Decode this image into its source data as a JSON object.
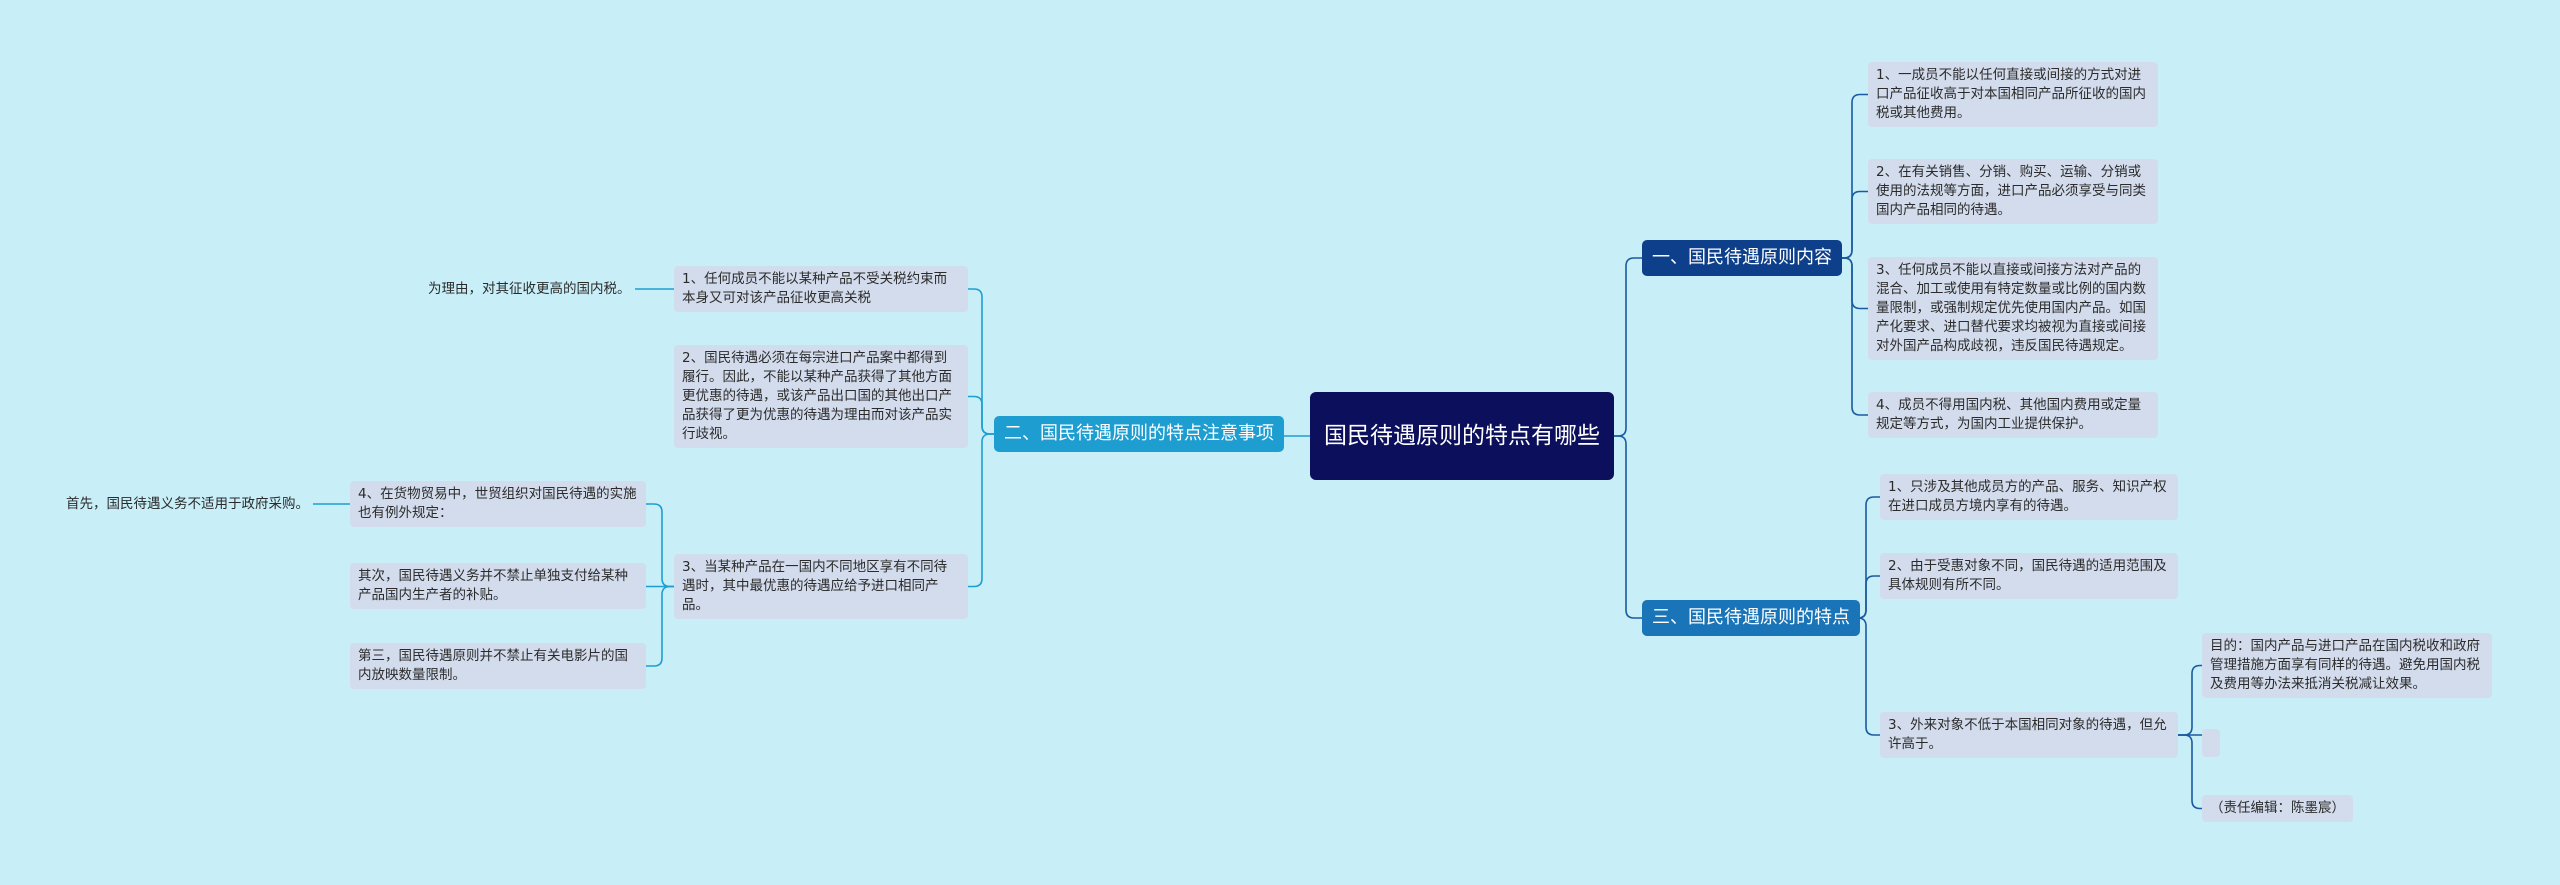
{
  "root": {
    "title": "国民待遇原则的特点有哪些"
  },
  "branch1": {
    "label": "一、国民待遇原则内容",
    "items": [
      "1、一成员不能以任何直接或间接的方式对进口产品征收高于对本国相同产品所征收的国内税或其他费用。",
      "2、在有关销售、分销、购买、运输、分销或使用的法规等方面，进口产品必须享受与同类国内产品相同的待遇。",
      "3、任何成员不能以直接或间接方法对产品的混合、加工或使用有特定数量或比例的国内数量限制，或强制规定优先使用国内产品。如国产化要求、进口替代要求均被视为直接或间接对外国产品构成歧视，违反国民待遇规定。",
      "4、成员不得用国内税、其他国内费用或定量规定等方式，为国内工业提供保护。"
    ]
  },
  "branch2": {
    "label": "二、国民待遇原则的特点注意事项",
    "items": [
      "1、任何成员不能以某种产品不受关税约束而本身又可对该产品征收更高关税",
      "2、国民待遇必须在每宗进口产品案中都得到履行。因此，不能以某种产品获得了其他方面更优惠的待遇，或该产品出口国的其他出口产品获得了更为优惠的待遇为理由而对该产品实行歧视。",
      "3、当某种产品在一国内不同地区享有不同待遇时，其中最优惠的待遇应给予进口相同产品。"
    ],
    "item1_child": "为理由，对其征收更高的国内税。",
    "item3_children": [
      "4、在货物贸易中，世贸组织对国民待遇的实施也有例外规定：",
      "其次，国民待遇义务并不禁止单独支付给某种产品国内生产者的补贴。",
      "第三，国民待遇原则并不禁止有关电影片的国内放映数量限制。"
    ],
    "item3_grandchild": "首先，国民待遇义务不适用于政府采购。"
  },
  "branch3": {
    "label": "三、国民待遇原则的特点",
    "items": [
      "1、只涉及其他成员方的产品、服务、知识产权在进口成员方境内享有的待遇。",
      "2、由于受惠对象不同，国民待遇的适用范围及具体规则有所不同。",
      "3、外来对象不低于本国相同对象的待遇，但允许高于。"
    ],
    "item3_children": [
      "目的：国内产品与进口产品在国内税收和政府管理措施方面享有同样的待遇。避免用国内税及费用等办法来抵消关税减让效果。",
      "",
      "（责任编辑：陈墨宸）"
    ]
  },
  "colors": {
    "background": "#c8eef7",
    "root": "#0b0f5c",
    "branch_dark": "#0d3f8a",
    "branch_mid": "#1a74b8",
    "branch_light": "#1e9ed0",
    "leaf": "#d3dcec",
    "connector_right": "#1a5aa0",
    "connector_left": "#1e9ed0"
  }
}
